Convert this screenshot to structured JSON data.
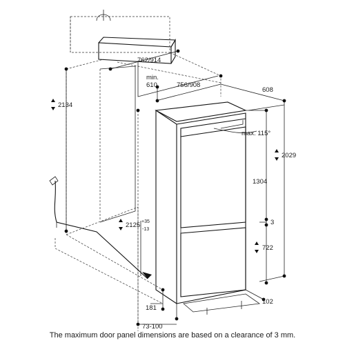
{
  "dimensions": {
    "niche_height": "2134",
    "niche_depth_range": "762/914",
    "min_depth": "min.",
    "min_depth_value": "610",
    "width_range": "756/908",
    "appliance_depth": "608",
    "door_angle": "max. 115°",
    "appliance_height": "2029",
    "upper_section": "1304",
    "gap": "3",
    "lower_door": "722",
    "niche_inner_height": "2125",
    "tolerance_plus": "+35",
    "tolerance_minus": "-13",
    "base_depth": "181",
    "plinth_depth": "102",
    "plinth_range": "73-100"
  },
  "caption": "The maximum door panel dimensions are based on a clearance of 3 mm.",
  "colors": {
    "line": "#222222",
    "dot": "#111111",
    "panel_fill": "#f2f2f2"
  }
}
